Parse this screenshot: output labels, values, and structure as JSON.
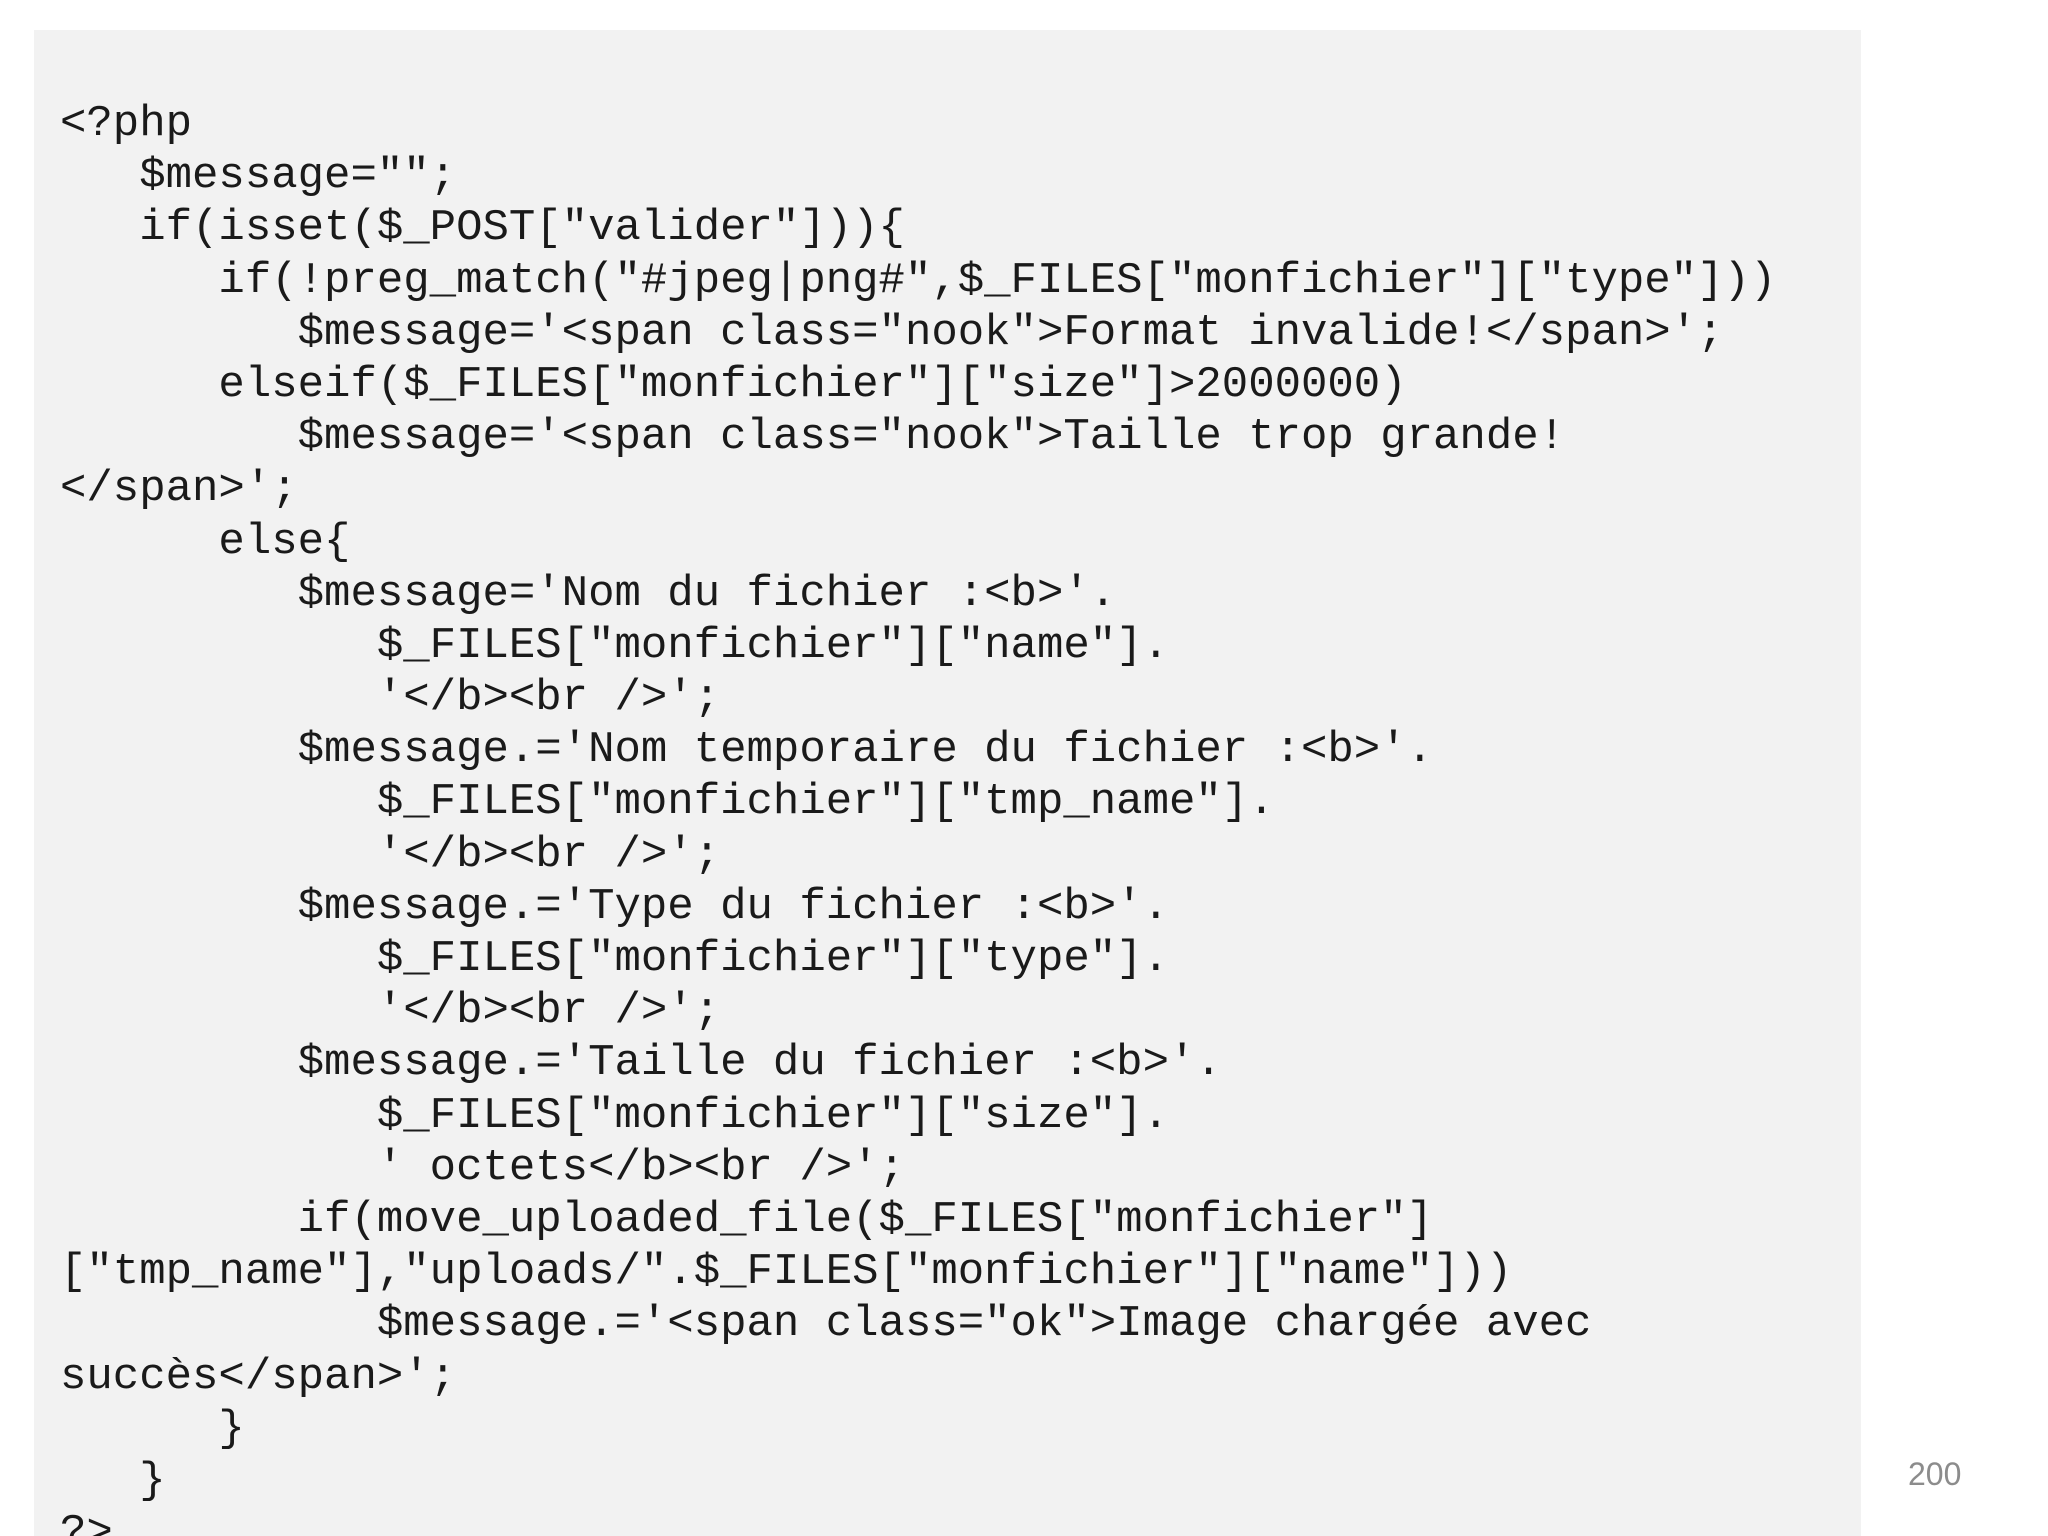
{
  "code": {
    "lines": [
      "<?php",
      "   $message=\"\";",
      "   if(isset($_POST[\"valider\"])){",
      "      if(!preg_match(\"#jpeg|png#\",$_FILES[\"monfichier\"][\"type\"]))",
      "         $message='<span class=\"nook\">Format invalide!</span>';",
      "      elseif($_FILES[\"monfichier\"][\"size\"]>2000000)",
      "         $message='<span class=\"nook\">Taille trop grande!",
      "</span>';",
      "      else{",
      "         $message='Nom du fichier :<b>'.",
      "            $_FILES[\"monfichier\"][\"name\"].",
      "            '</b><br />';",
      "         $message.='Nom temporaire du fichier :<b>'.",
      "            $_FILES[\"monfichier\"][\"tmp_name\"].",
      "            '</b><br />';",
      "         $message.='Type du fichier :<b>'.",
      "            $_FILES[\"monfichier\"][\"type\"].",
      "            '</b><br />';",
      "         $message.='Taille du fichier :<b>'.",
      "            $_FILES[\"monfichier\"][\"size\"].",
      "            ' octets</b><br />';",
      "         if(move_uploaded_file($_FILES[\"monfichier\"]",
      "[\"tmp_name\"],\"uploads/\".$_FILES[\"monfichier\"][\"name\"]))",
      "            $message.='<span class=\"ok\">Image chargée avec",
      "succès</span>';",
      "      }",
      "   }",
      "?>"
    ]
  },
  "footer": {
    "page_number": "200"
  }
}
